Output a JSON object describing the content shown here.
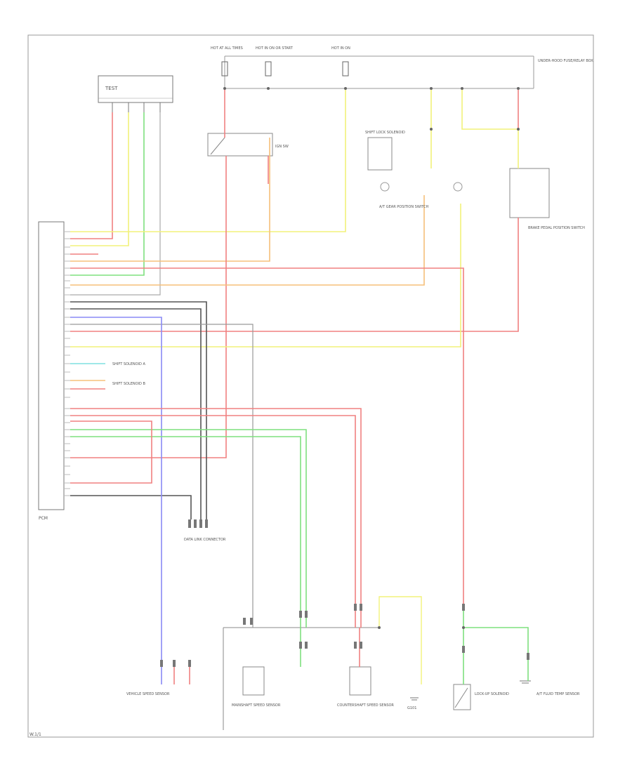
{
  "colors": {
    "red": "#f08080",
    "yellow": "#f2f27a",
    "green": "#7fe07f",
    "orange": "#f5c07a",
    "blue": "#8a8af5",
    "cyan": "#7fe0e0",
    "gray": "#888888",
    "black": "#444444",
    "frame": "#999999"
  },
  "labels": {
    "pcm_title": "PCM",
    "test_connector": "TEST",
    "brake_pedal_position_switch": "BRAKE PEDAL POSITION SWITCH",
    "ignition_switch": "IGN SW",
    "fuse_top_left": "HOT AT ALL TIMES",
    "fuse_top_mid": "HOT IN ON OR START",
    "fuse_top_right": "HOT IN ON",
    "underhood_fuse_box": "UNDER-HOOD FUSE/RELAY BOX",
    "shift_lock_solenoid": "SHIFT LOCK SOLENOID",
    "a_t_gear_position_switch": "A/T GEAR POSITION SWITCH",
    "data_link_connector": "DATA LINK CONNECTOR",
    "vss": "VEHICLE SPEED SENSOR",
    "mainshaft_speed_sensor": "MAINSHAFT SPEED SENSOR",
    "countershaft_speed_sensor": "COUNTERSHAFT SPEED SENSOR",
    "shift_solenoid_a": "SHIFT SOLENOID A",
    "shift_solenoid_b": "SHIFT SOLENOID B",
    "lockup_solenoid": "LOCK-UP SOLENOID",
    "a_t_fluid_temp_sensor": "A/T FLUID TEMP SENSOR",
    "ground": "G101",
    "figure_id": "W.1/1"
  }
}
